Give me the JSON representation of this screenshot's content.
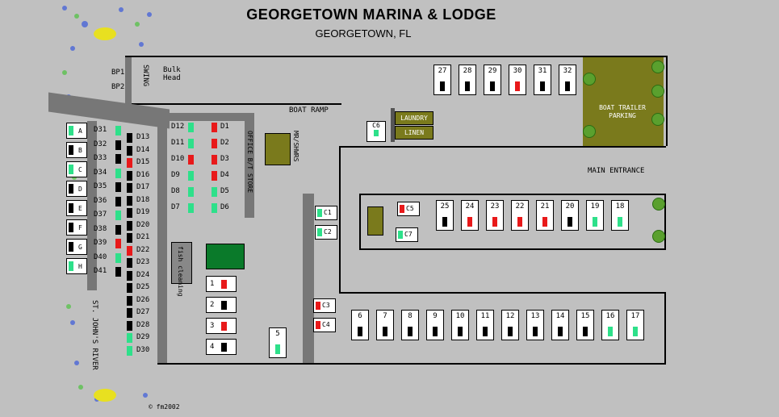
{
  "header": {
    "title": "GEORGETOWN MARINA & LODGE",
    "subtitle": "GEORGETOWN, FL"
  },
  "labels": {
    "bulk_head": "Bulk\nHead",
    "swing": "SWING",
    "bp1": "BP1",
    "bp2": "BP2",
    "boat_ramp": "BOAT RAMP",
    "laundry": "LAUNDRY",
    "linen": "LINEN",
    "boat_trailer_parking": "BOAT TRAILER PARKING",
    "main_entrance": "MAIN ENTRANCE",
    "office_store": "OFFICE B/T STORE",
    "restrooms": "MR/SHWRS",
    "fish_cleaning": "fish cleaning",
    "river": "ST. JOHN'S RIVER",
    "copyright": "© fm2002",
    "c6": "C6"
  },
  "colors": {
    "background": "#c0c0c0",
    "dock": "#808080",
    "green": "#2ee08a",
    "red": "#e8191a",
    "parking": "#7a7a1c"
  },
  "top_slips": [
    {
      "num": "27",
      "status": "black"
    },
    {
      "num": "28",
      "status": "black"
    },
    {
      "num": "29",
      "status": "black"
    },
    {
      "num": "30",
      "status": "red"
    },
    {
      "num": "31",
      "status": "black"
    },
    {
      "num": "32",
      "status": "black"
    }
  ],
  "middle_slips": [
    {
      "num": "25",
      "status": "black"
    },
    {
      "num": "24",
      "status": "red"
    },
    {
      "num": "23",
      "status": "red"
    },
    {
      "num": "22",
      "status": "red"
    },
    {
      "num": "21",
      "status": "red"
    },
    {
      "num": "20",
      "status": "black"
    },
    {
      "num": "19",
      "status": "green"
    },
    {
      "num": "18",
      "status": "green"
    }
  ],
  "bottom_slips": [
    {
      "num": "6",
      "status": "black"
    },
    {
      "num": "7",
      "status": "black"
    },
    {
      "num": "8",
      "status": "black"
    },
    {
      "num": "9",
      "status": "black"
    },
    {
      "num": "10",
      "status": "black"
    },
    {
      "num": "11",
      "status": "black"
    },
    {
      "num": "12",
      "status": "black"
    },
    {
      "num": "13",
      "status": "black"
    },
    {
      "num": "14",
      "status": "black"
    },
    {
      "num": "15",
      "status": "black"
    },
    {
      "num": "16",
      "status": "green"
    },
    {
      "num": "17",
      "status": "green"
    }
  ],
  "left_slips": [
    {
      "num": "1",
      "status": "red"
    },
    {
      "num": "2",
      "status": "black"
    },
    {
      "num": "3",
      "status": "red"
    },
    {
      "num": "4",
      "status": "black"
    },
    {
      "num": "5",
      "status": "green"
    }
  ],
  "c_slips": [
    {
      "num": "C1",
      "status": "green"
    },
    {
      "num": "C2",
      "status": "green"
    },
    {
      "num": "C3",
      "status": "red"
    },
    {
      "num": "C4",
      "status": "red"
    },
    {
      "num": "C5",
      "status": "red"
    },
    {
      "num": "C7",
      "status": "green"
    }
  ],
  "d_right": [
    {
      "num": "D1",
      "status": "red"
    },
    {
      "num": "D2",
      "status": "red"
    },
    {
      "num": "D3",
      "status": "red"
    },
    {
      "num": "D4",
      "status": "red"
    },
    {
      "num": "D5",
      "status": "green"
    },
    {
      "num": "D6",
      "status": "green"
    }
  ],
  "d_left": [
    {
      "num": "D12",
      "status": "green"
    },
    {
      "num": "D11",
      "status": "green"
    },
    {
      "num": "D10",
      "status": "red"
    },
    {
      "num": "D9",
      "status": "green"
    },
    {
      "num": "D8",
      "status": "green"
    },
    {
      "num": "D7",
      "status": "green"
    }
  ],
  "d_col_a": [
    "D31",
    "D32",
    "D33",
    "D34",
    "D35",
    "D36",
    "D37",
    "D38",
    "D39",
    "D40",
    "D41"
  ],
  "d_col_b": [
    "D13",
    "D14",
    "D15",
    "D16",
    "D17",
    "D18",
    "D19",
    "D20",
    "D21",
    "D22",
    "D23",
    "D24",
    "D25",
    "D26",
    "D27",
    "D28",
    "D29",
    "D30"
  ],
  "letter_slips": [
    "A",
    "B",
    "C",
    "D",
    "E",
    "F",
    "G",
    "H"
  ]
}
